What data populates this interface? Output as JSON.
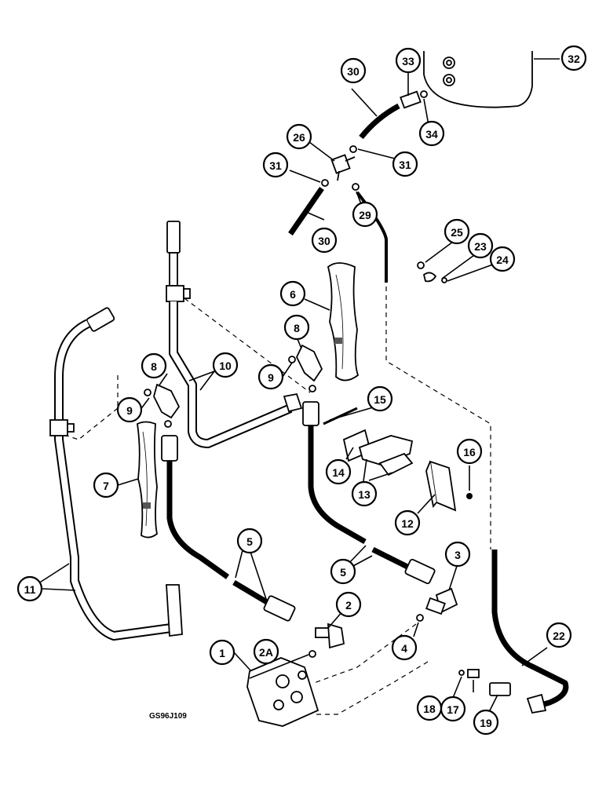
{
  "figure_code": "GS96J109",
  "callouts": {
    "c1": "1",
    "c2": "2",
    "c2a": "2A",
    "c3": "3",
    "c4": "4",
    "c5a": "5",
    "c5b": "5",
    "c6": "6",
    "c7": "7",
    "c8a": "8",
    "c8b": "8",
    "c9a": "9",
    "c9b": "9",
    "c10": "10",
    "c11": "11",
    "c12": "12",
    "c13": "13",
    "c14": "14",
    "c15": "15",
    "c16": "16",
    "c17": "17",
    "c18": "18",
    "c19": "19",
    "c22": "22",
    "c23": "23",
    "c24": "24",
    "c25": "25",
    "c26": "26",
    "c29": "29",
    "c30a": "30",
    "c30b": "30",
    "c31a": "31",
    "c31b": "31",
    "c32": "32",
    "c33": "33",
    "c34": "34"
  }
}
